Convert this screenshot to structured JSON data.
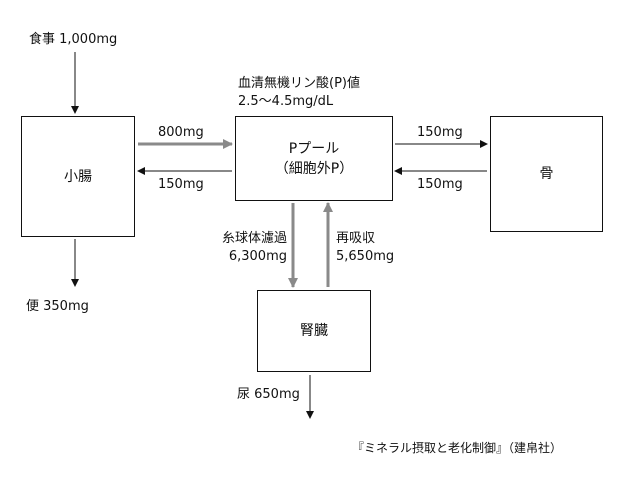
{
  "nodes": {
    "pool_line1": "Pプール",
    "pool_line2": "（細胞外P）",
    "intestine": "小腸",
    "bone": "骨",
    "kidney": "腎臓"
  },
  "labels": {
    "food": "食事 1,000mg",
    "serum_title": "血清無機リン酸(P)値",
    "serum_value": "2.5～4.5mg/dL",
    "absorb": "800mg",
    "secrete_intestine": "150mg",
    "to_bone": "150mg",
    "from_bone": "150mg",
    "glom_label": "糸球体濾過",
    "glom_value": "6,300mg",
    "reabs_label": "再吸収",
    "reabs_value": "5,650mg",
    "stool": "便 350mg",
    "urine": "尿 650mg",
    "source": "『ミネラル摂取と老化制御』（建帛社）"
  },
  "colors": {
    "dark_arrow": "#111111",
    "gray_arrow": "#8a8a8a"
  }
}
